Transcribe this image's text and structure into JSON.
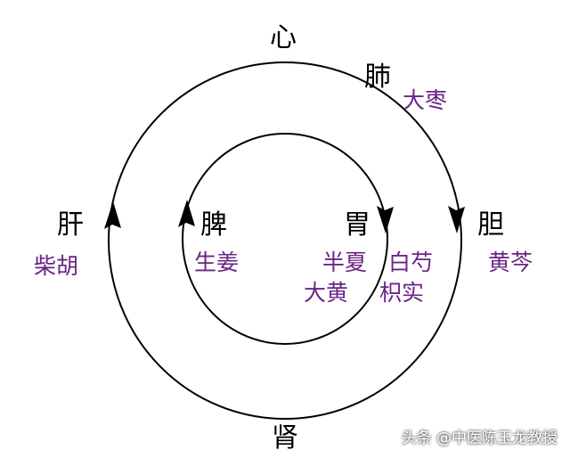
{
  "organs": {
    "heart": "心",
    "lung": "肺",
    "liver": "肝",
    "spleen": "脾",
    "stomach": "胃",
    "gallbladder": "胆",
    "kidney": "肾"
  },
  "herbs": {
    "da_zao": "大枣",
    "chai_hu": "柴胡",
    "sheng_jiang": "生姜",
    "ban_xia": "半夏",
    "da_huang": "大黄",
    "bai_shao": "白芍",
    "zhi_shi": "枳实",
    "huang_qin": "黄芩"
  },
  "watermark": "头条 @中医陈玉龙教授",
  "colors": {
    "organ_text": "#000000",
    "herb_text": "#6a2586",
    "circle_stroke": "#000000"
  }
}
